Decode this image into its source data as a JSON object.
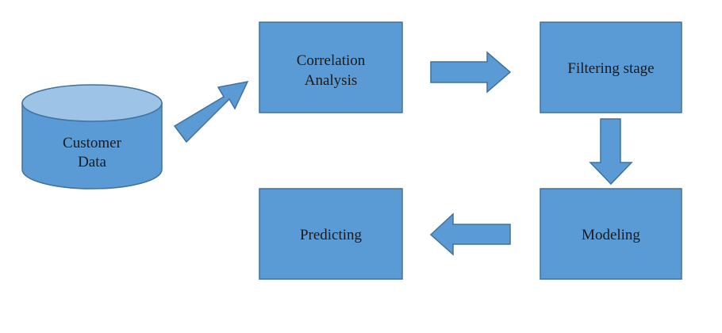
{
  "colors": {
    "box_fill": "#5b9bd5",
    "box_stroke": "#41719c",
    "cylinder_top": "#9dc3e6",
    "arrow_fill": "#5b9bd5",
    "arrow_stroke": "#41719c",
    "text": "#1a1a1a"
  },
  "nodes": {
    "customer_data": {
      "line1": "Customer",
      "line2": "Data"
    },
    "correlation_analysis": {
      "line1": "Correlation",
      "line2": "Analysis"
    },
    "filtering_stage": {
      "label": "Filtering stage"
    },
    "modeling": {
      "label": "Modeling"
    },
    "predicting": {
      "label": "Predicting"
    }
  },
  "edges": [
    {
      "from": "Customer Data",
      "to": "Correlation Analysis"
    },
    {
      "from": "Correlation Analysis",
      "to": "Filtering stage"
    },
    {
      "from": "Filtering stage",
      "to": "Modeling"
    },
    {
      "from": "Modeling",
      "to": "Predicting"
    }
  ]
}
